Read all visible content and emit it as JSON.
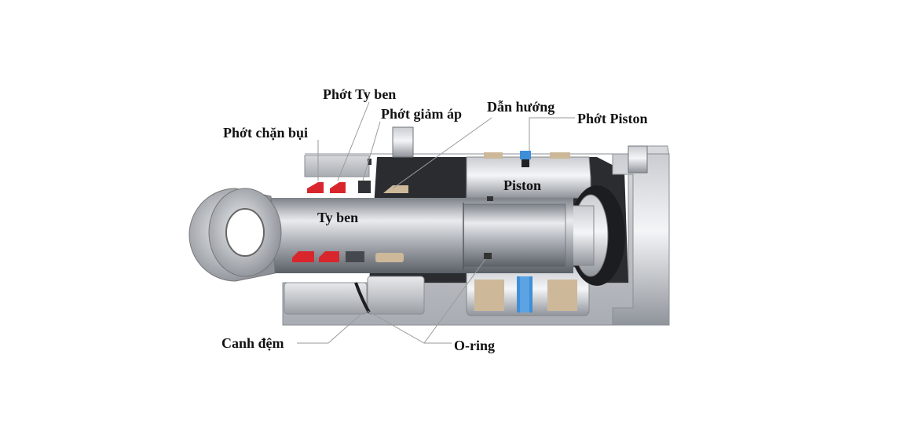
{
  "labels": {
    "dust_seal": "Phớt chặn bụi",
    "rod_seal": "Phớt Ty ben",
    "buffer_seal": "Phớt giảm áp",
    "guide_ring": "Dẫn hướng",
    "piston_seal": "Phớt Piston",
    "piston": "Piston",
    "rod": "Ty ben",
    "cushion_edge": "Canh đệm",
    "o_ring": "O-ring"
  },
  "colors": {
    "seal_red": "#d9262c",
    "piston_seal_blue": "#3f8ed8",
    "guide_tan": "#cdb89a",
    "barrel_dark": "#2a2c30",
    "leader_line": "#9a9a9a"
  }
}
